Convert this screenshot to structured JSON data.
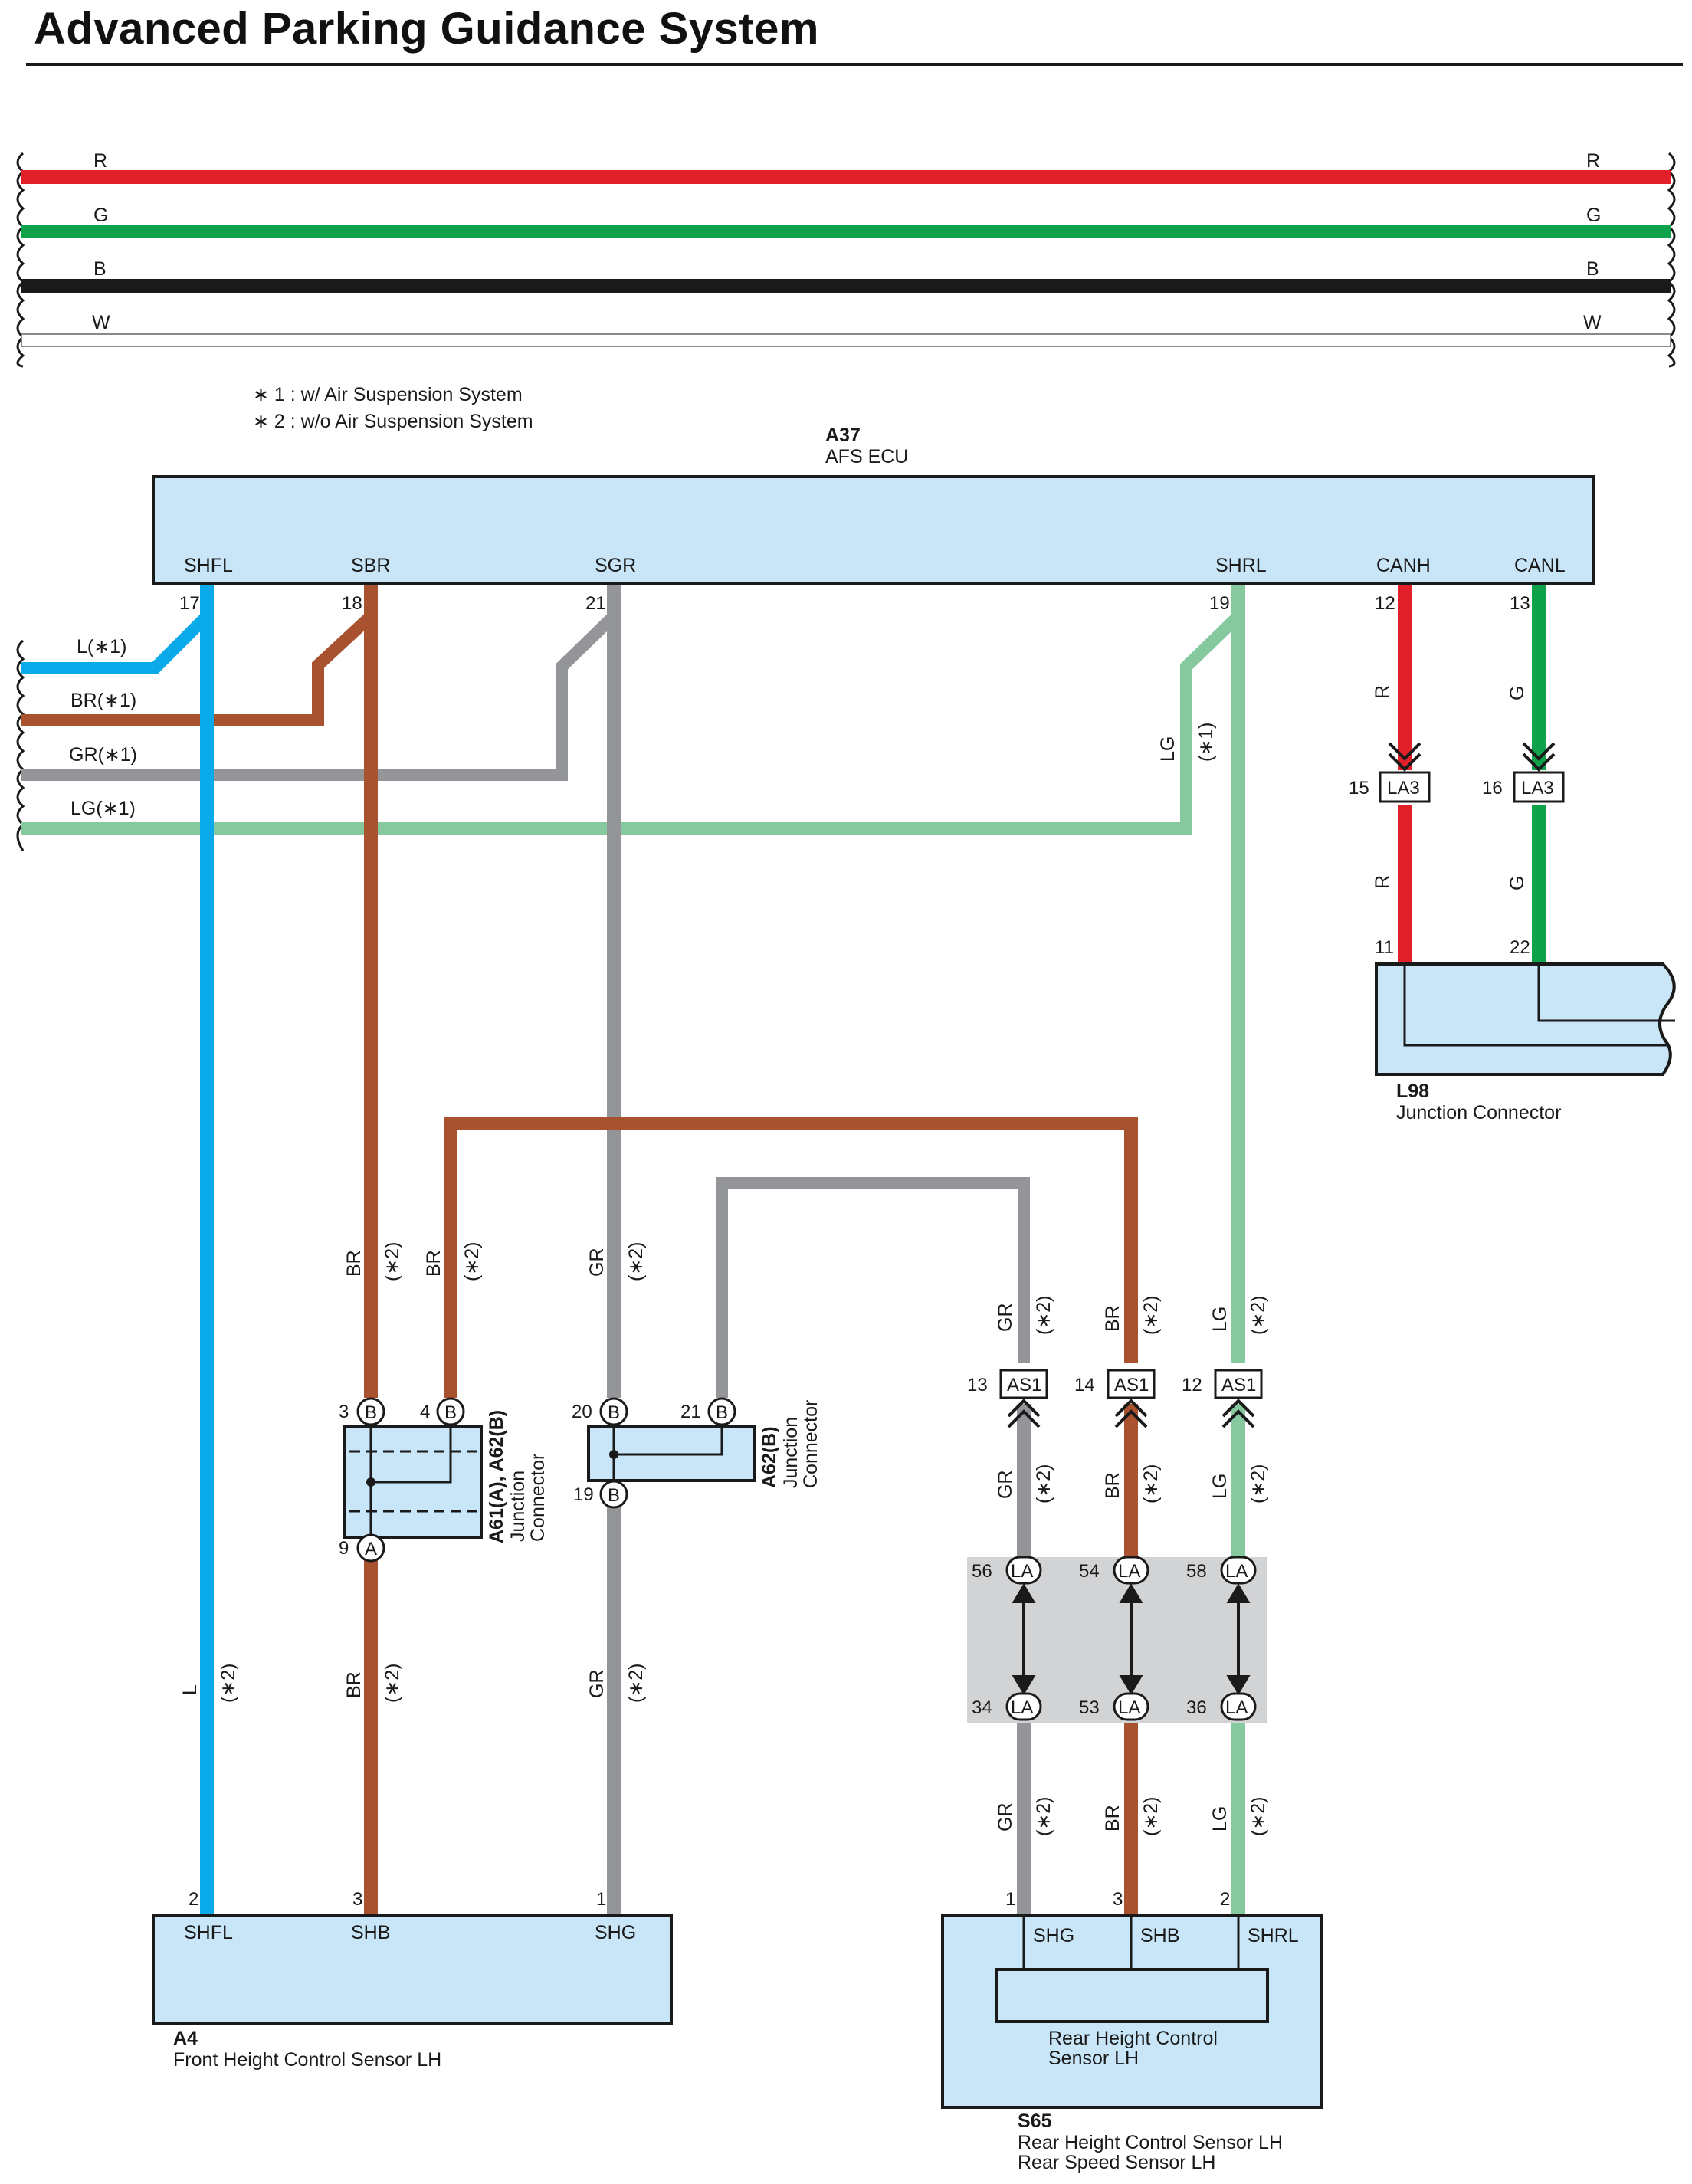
{
  "title": "Advanced Parking Guidance System",
  "colors": {
    "R": "#e2202a",
    "G": "#0ea34a",
    "B": "#1a1a1a",
    "W": "#ffffff",
    "L": "#0aa9ea",
    "BR": "#a8522f",
    "GR": "#949599",
    "LG": "#86c99e",
    "component_fill": "#c8e6f7",
    "junction_shade": "#d2d3d5"
  },
  "power_bus": {
    "wires": [
      {
        "label_left": "R",
        "label_right": "R"
      },
      {
        "label_left": "G",
        "label_right": "G"
      },
      {
        "label_left": "B",
        "label_right": "B"
      },
      {
        "label_left": "W",
        "label_right": "W"
      }
    ]
  },
  "notes": {
    "n1": "∗ 1 : w/ Air Suspension System",
    "n2": "∗ 2 : w/o Air Suspension System"
  },
  "components": {
    "a37": {
      "code": "A37",
      "name": "AFS ECU",
      "terminals": [
        {
          "label": "SHFL",
          "pin": "17"
        },
        {
          "label": "SBR",
          "pin": "18"
        },
        {
          "label": "SGR",
          "pin": "21"
        },
        {
          "label": "SHRL",
          "pin": "19"
        },
        {
          "label": "CANH",
          "pin": "12"
        },
        {
          "label": "CANL",
          "pin": "13"
        }
      ]
    },
    "l98": {
      "code": "L98",
      "name": "Junction Connector",
      "pin_r": "11",
      "pin_g": "22"
    },
    "a4": {
      "code": "A4",
      "name": "Front Height Control Sensor LH",
      "terminals": [
        {
          "label": "SHFL",
          "pin": "2"
        },
        {
          "label": "SHB",
          "pin": "3"
        },
        {
          "label": "SHG",
          "pin": "1"
        }
      ]
    },
    "s65": {
      "code": "S65",
      "name": "Rear Height Control Sensor LH",
      "name2": "Rear Speed Sensor LH",
      "inner_line1": "Rear Height Control",
      "inner_line2": "Sensor LH",
      "terminals": [
        {
          "label": "SHG",
          "pin": "1"
        },
        {
          "label": "SHB",
          "pin": "3"
        },
        {
          "label": "SHRL",
          "pin": "2"
        }
      ]
    },
    "a61": {
      "code": "A61(A), A62(B)",
      "line2": "Junction",
      "line3": "Connector",
      "pins": [
        {
          "pin": "3",
          "letter": "B"
        },
        {
          "pin": "4",
          "letter": "B"
        },
        {
          "pin": "9",
          "letter": "A"
        }
      ]
    },
    "a62": {
      "code": "A62(B)",
      "line2": "Junction",
      "line3": "Connector",
      "pins": [
        {
          "pin": "20",
          "letter": "B"
        },
        {
          "pin": "21",
          "letter": "B"
        },
        {
          "pin": "19",
          "letter": "B"
        }
      ]
    }
  },
  "connectors": {
    "la3": [
      {
        "pin": "15",
        "name": "LA3"
      },
      {
        "pin": "16",
        "name": "LA3"
      }
    ],
    "as1": [
      {
        "pin": "13",
        "name": "AS1"
      },
      {
        "pin": "14",
        "name": "AS1"
      },
      {
        "pin": "12",
        "name": "AS1"
      }
    ],
    "la_top": [
      {
        "pin": "56",
        "name": "LA"
      },
      {
        "pin": "54",
        "name": "LA"
      },
      {
        "pin": "58",
        "name": "LA"
      }
    ],
    "la_bottom": [
      {
        "pin": "34",
        "name": "LA"
      },
      {
        "pin": "53",
        "name": "LA"
      },
      {
        "pin": "36",
        "name": "LA"
      }
    ]
  },
  "wire_labels": {
    "left_l": "L(∗1)",
    "left_br": "BR(∗1)",
    "left_gr": "GR(∗1)",
    "left_lg": "LG(∗1)",
    "L": "L",
    "BR": "BR",
    "GR": "GR",
    "LG": "LG",
    "R": "R",
    "G": "G",
    "star1": "(∗1)",
    "star2": "(∗2)"
  }
}
